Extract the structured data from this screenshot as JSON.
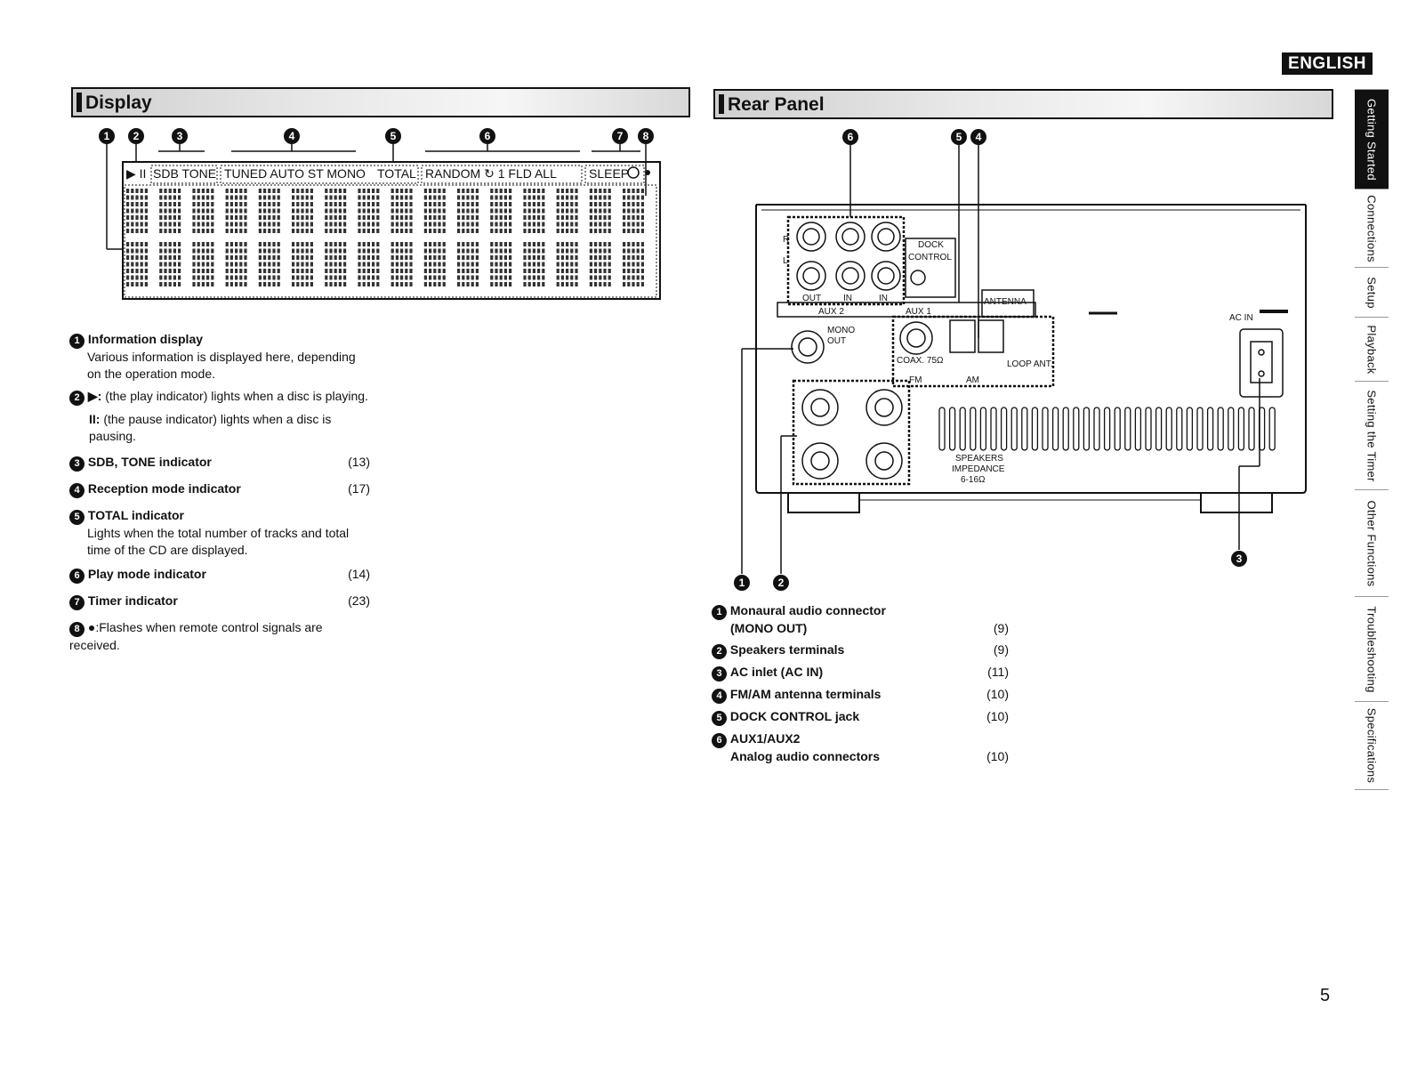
{
  "language_label": "ENGLISH",
  "page_number": "5",
  "side_tabs": [
    {
      "label": "Getting Started",
      "active": true
    },
    {
      "label": "Connections",
      "active": false
    },
    {
      "label": "Setup",
      "active": false
    },
    {
      "label": "Playback",
      "active": false
    },
    {
      "label": "Setting the Timer",
      "active": false
    },
    {
      "label": "Other Functions",
      "active": false
    },
    {
      "label": "Troubleshooting",
      "active": false
    },
    {
      "label": "Specifications",
      "active": false
    }
  ],
  "display_section": {
    "title": "Display",
    "callouts": [
      "1",
      "2",
      "3",
      "4",
      "5",
      "6",
      "7",
      "8"
    ],
    "lcd": {
      "play_pause": "▶ II",
      "sdb_tone": "SDB TONE",
      "reception": "TUNED AUTO ST  MONO",
      "total": "TOTAL",
      "play_mode": "RANDOM  ↻ 1  FLD ALL",
      "sleep": "SLEEP"
    },
    "items": [
      {
        "num": "1",
        "title": "Information display",
        "desc": "Various information is displayed here, depending on the operation mode."
      },
      {
        "num": "2",
        "title": "▶:",
        "desc": "(the play indicator) lights when a disc is playing."
      },
      {
        "num": "",
        "title": "II:",
        "desc": "(the pause indicator) lights when a disc is pausing."
      },
      {
        "num": "3",
        "title": "SDB, TONE indicator",
        "ref": "(13)"
      },
      {
        "num": "4",
        "title": "Reception mode indicator",
        "ref": "(17)"
      },
      {
        "num": "5",
        "title": "TOTAL indicator",
        "desc": "Lights when the total number of tracks and total time of the CD are displayed."
      },
      {
        "num": "6",
        "title": "Play mode indicator",
        "ref": "(14)"
      },
      {
        "num": "7",
        "title": "Timer indicator",
        "ref": "(23)"
      },
      {
        "num": "8",
        "title": "●:Flashes when remote control signals are received."
      }
    ]
  },
  "rear_section": {
    "title": "Rear Panel",
    "callouts_top": [
      "6",
      "5",
      "4"
    ],
    "callouts_bottom": [
      "1",
      "2",
      "3"
    ],
    "panel_labels": {
      "dock": "DOCK",
      "control": "CONTROL",
      "out": "OUT",
      "in1": "IN",
      "in2": "IN",
      "aux2": "AUX 2",
      "aux1": "AUX 1",
      "antenna": "ANTENNA",
      "mono": "MONO",
      "mono_out": "OUT",
      "coax": "COAX. 75Ω",
      "fm": "FM",
      "am": "AM",
      "loop_ant": "LOOP ANT.",
      "speakers": "SPEAKERS",
      "impedance": "IMPEDANCE",
      "ohms": "6-16Ω",
      "ac_in": "AC IN",
      "l": "L",
      "r": "R"
    },
    "items": [
      {
        "num": "1",
        "title": "Monaural audio connector",
        "title2": "(MONO OUT)",
        "ref": "(9)"
      },
      {
        "num": "2",
        "title": "Speakers terminals",
        "ref": "(9)"
      },
      {
        "num": "3",
        "title": "AC inlet (AC IN)",
        "ref": "(11)"
      },
      {
        "num": "4",
        "title": "FM/AM antenna terminals",
        "ref": "(10)"
      },
      {
        "num": "5",
        "title": "DOCK CONTROL jack",
        "ref": "(10)"
      },
      {
        "num": "6",
        "title": "AUX1/AUX2",
        "title2": "Analog audio connectors",
        "ref": "(10)"
      }
    ]
  }
}
